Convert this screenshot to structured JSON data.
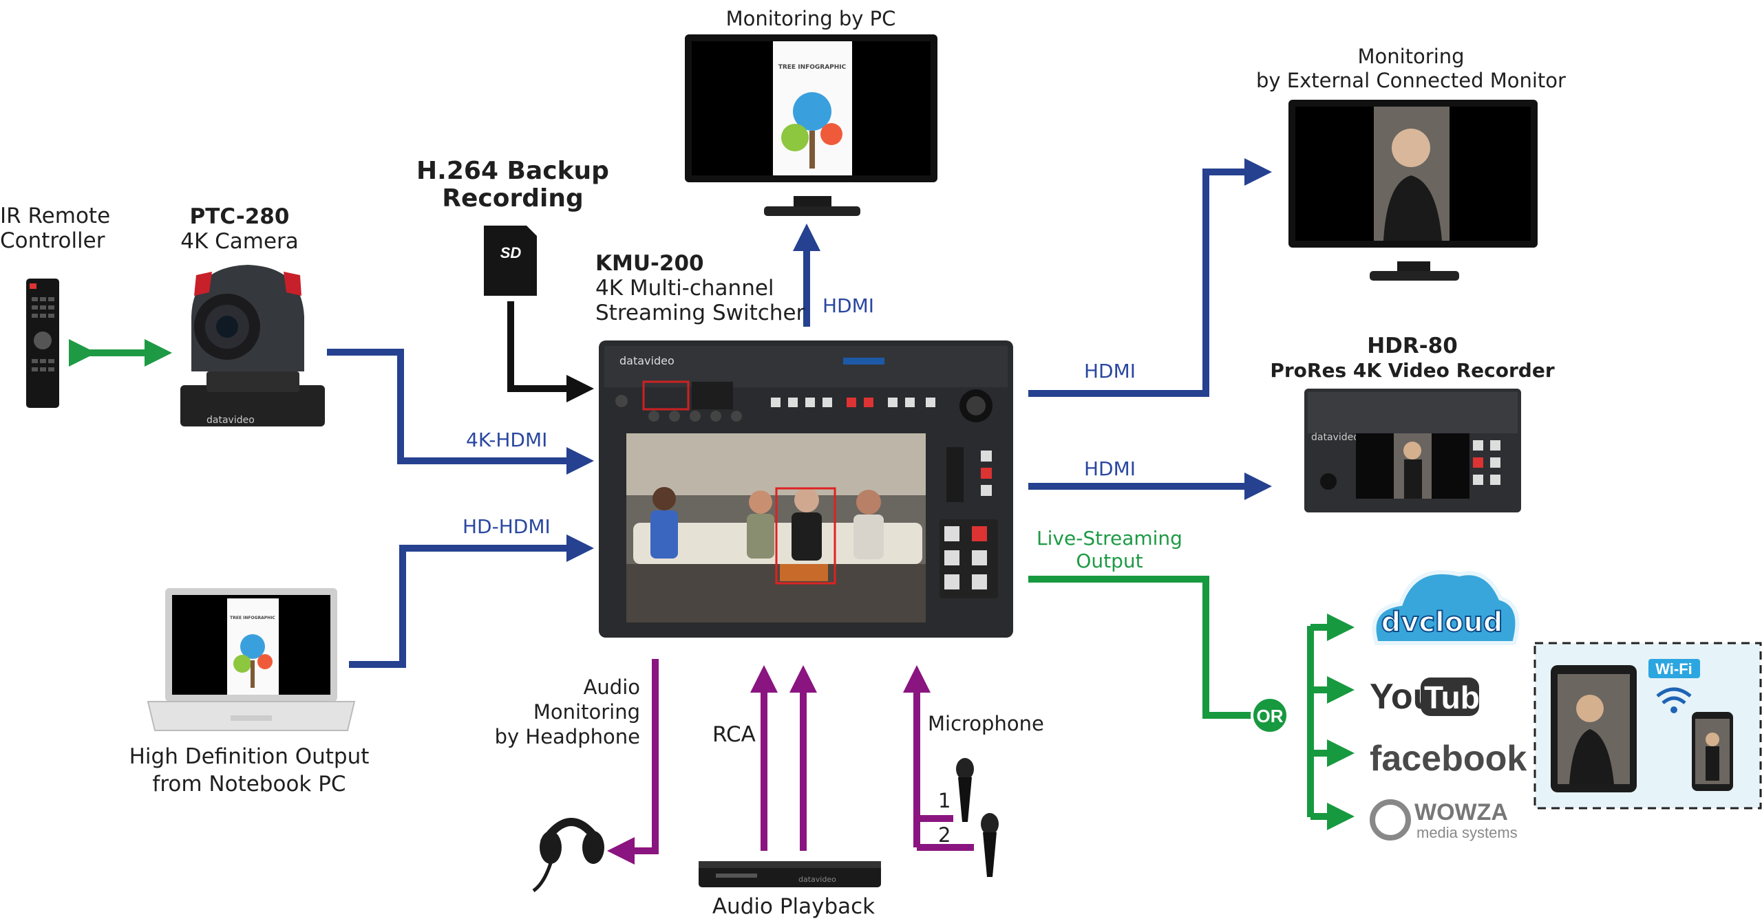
{
  "labels": {
    "monitoring_pc": "Monitoring by PC",
    "monitoring_ext_1": "Monitoring",
    "monitoring_ext_2": "by External Connected Monitor",
    "ir_remote_1": "IR Remote",
    "ir_remote_2": "Controller",
    "ptc_name": "PTC-280",
    "ptc_desc": "4K Camera",
    "h264_1": "H.264 Backup",
    "h264_2": "Recording",
    "kmu_name": "KMU-200",
    "kmu_desc_1": "4K Multi-channel",
    "kmu_desc_2": "Streaming Switcher",
    "hdr_name": "HDR-80",
    "hdr_desc": "ProRes 4K Video Recorder",
    "notebook_1": "High Definition Output",
    "notebook_2": "from Notebook PC",
    "audio_mon_1": "Audio",
    "audio_mon_2": "Monitoring",
    "audio_mon_3": "by Headphone",
    "rca": "RCA",
    "microphone": "Microphone",
    "mic_1": "1",
    "mic_2": "2",
    "audio_playback": "Audio Playback",
    "live_1": "Live-Streaming",
    "live_2": "Output",
    "or": "OR",
    "wifi": "Wi-Fi"
  },
  "connections": {
    "top_hdmi": "HDMI",
    "hdmi_monitor": "HDMI",
    "hdmi_recorder": "HDMI",
    "cam_hdmi": "4K-HDMI",
    "pc_hdmi": "HD-HDMI"
  },
  "brands": {
    "dvcloud": "dvcloud",
    "youtube_you": "You",
    "youtube_tube": "Tube",
    "facebook": "facebook",
    "wowza": "WOWZA",
    "wowza_sub": "media systems",
    "datavideo": "datavideo",
    "sd": "SD",
    "tree": "TREE INFOGRAPHIC"
  },
  "colors": {
    "blue_line": "#25418f",
    "green_line": "#17993f",
    "purple_line": "#8a1580",
    "black_line": "#111111",
    "cloud": "#38a6da"
  }
}
